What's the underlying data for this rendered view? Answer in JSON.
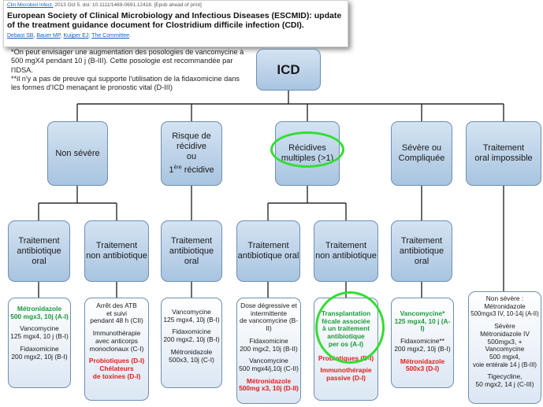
{
  "citation": {
    "journal": "Clin Microbiol Infect.",
    "ref": " 2013 Oct 5. doi: 10.1111/1469-0691.12418. [Epub ahead of print]",
    "title": "European Society of Clinical Microbiology and Infectious Diseases (ESCMID): update of the treatment guidance document for Clostridium difficile infection (CDI).",
    "authors": [
      "Debast SB",
      "Bauer MP",
      "Kuijper EJ",
      "The Committee"
    ]
  },
  "note": {
    "line1": "*On peut envisager une augmentation des posologies de vancomycine à 500 mgX4 pendant 10 j (B-III). Cette posologie est recommandée par l'IDSA.",
    "line2": "**il n'y a pas de preuve qui supporte l'utilisation de la fidaxomicine dans les formes d'ICD menaçant le pronostic vital (D-III)"
  },
  "root": "ICD",
  "categories": {
    "non_severe": "Non sévère",
    "risque": [
      "Risque de",
      "récidive",
      "ou",
      "1",
      "ère",
      " récidive"
    ],
    "recidives": [
      "Récidives",
      "multiples (>1)"
    ],
    "severe": [
      "Sévère ou",
      "Compliquée"
    ],
    "oral_impossible": [
      "Traitement",
      "oral impossible"
    ]
  },
  "subs": {
    "atb_oral": [
      "Traitement",
      "antibiotique oral"
    ],
    "non_atb": [
      "Traitement",
      "non antibiotique"
    ]
  },
  "leaves": {
    "l1": {
      "metro": [
        "Métronidazole",
        "500 mgx3, 10j (A-I)"
      ],
      "vanco": [
        "Vancomycine",
        "125 mgx4, 10 j (B-I)"
      ],
      "fidax": [
        "Fidaxomicine",
        "200 mgx2, 10j (B-I)"
      ]
    },
    "l2": {
      "arret": [
        "Arrêt des ATB",
        "et suivi",
        "pendant 48 h (CII)"
      ],
      "immuno": [
        "Immunothérapie",
        "avec anticorps",
        "monoclonaux (C-I)"
      ],
      "probio": [
        "Probiotiques (D-I)",
        "Chélateurs",
        "de toxines (D-I)"
      ]
    },
    "l3": {
      "vanco": [
        "Vancomycine",
        "125 mgx4, 10j (B-I)"
      ],
      "fidax": [
        "Fidaxomicine",
        "200 mgx2, 10j (B-I)"
      ],
      "metro": [
        "Métronidazole",
        "500x3, 10j (C-I)"
      ]
    },
    "l4": {
      "dose": [
        "Dose dégressive et",
        "intermittente",
        "de vancomycine (B-II)"
      ],
      "fidax": [
        "Fidaxomicine",
        "200 mgx2, 10j (B-II)"
      ],
      "vanco": [
        "Vancomycine",
        "500 mgx4/j,10j (C-II)"
      ],
      "metro": [
        "Métronidazole",
        "500mg x3, 10j (D-II)"
      ]
    },
    "l5": {
      "transp": [
        "Transplantation",
        "fécale associée",
        "à un traitement",
        "antibiotique",
        "per os (A-I)"
      ],
      "probio": "Probiotiques (D-I)",
      "immuno": [
        "Immunothérapie",
        "passive (D-I)"
      ]
    },
    "l6": {
      "vanco": [
        "Vancomycine*",
        "125 mgx4, 10 j (A-I)"
      ],
      "fidax": [
        "Fidaxomicine**",
        "200 mgx2, 10j (B-I)"
      ],
      "metro": [
        "Métronidazole",
        "500x3 (D-I)"
      ]
    },
    "l7": {
      "non_sev": [
        "Non sévère :",
        "Métronidazole",
        "500mgx3 IV, 10-14j (A-II)"
      ],
      "sev": [
        "Sévère",
        "Métronidazole IV",
        "500mgx3, +",
        "Vancomycine",
        "500 mgx4,",
        "voie entérale 14 j (B-III)"
      ],
      "tige": [
        "Tigecycline,",
        "50 mgx2, 14 j (C-III)"
      ]
    }
  },
  "colors": {
    "highlight": "#33dd33",
    "green_text": "#1a9a3a",
    "red_text": "#e0201e",
    "box": "#b9d0e8"
  }
}
